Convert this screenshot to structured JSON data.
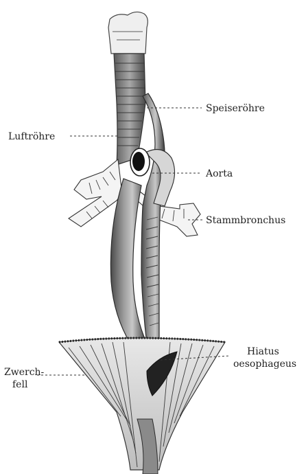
{
  "labels": {
    "speiseroehre": "Speiseröhre",
    "luftroehre": "Luftröhre",
    "aorta": "Aorta",
    "stammbronchus": "Stammbronchus",
    "hiatus_line1": "Hiatus",
    "hiatus_line2": "oesophageus",
    "zwerchfell_line1": "Zwerch-",
    "zwerchfell_line2": "fell"
  }
}
